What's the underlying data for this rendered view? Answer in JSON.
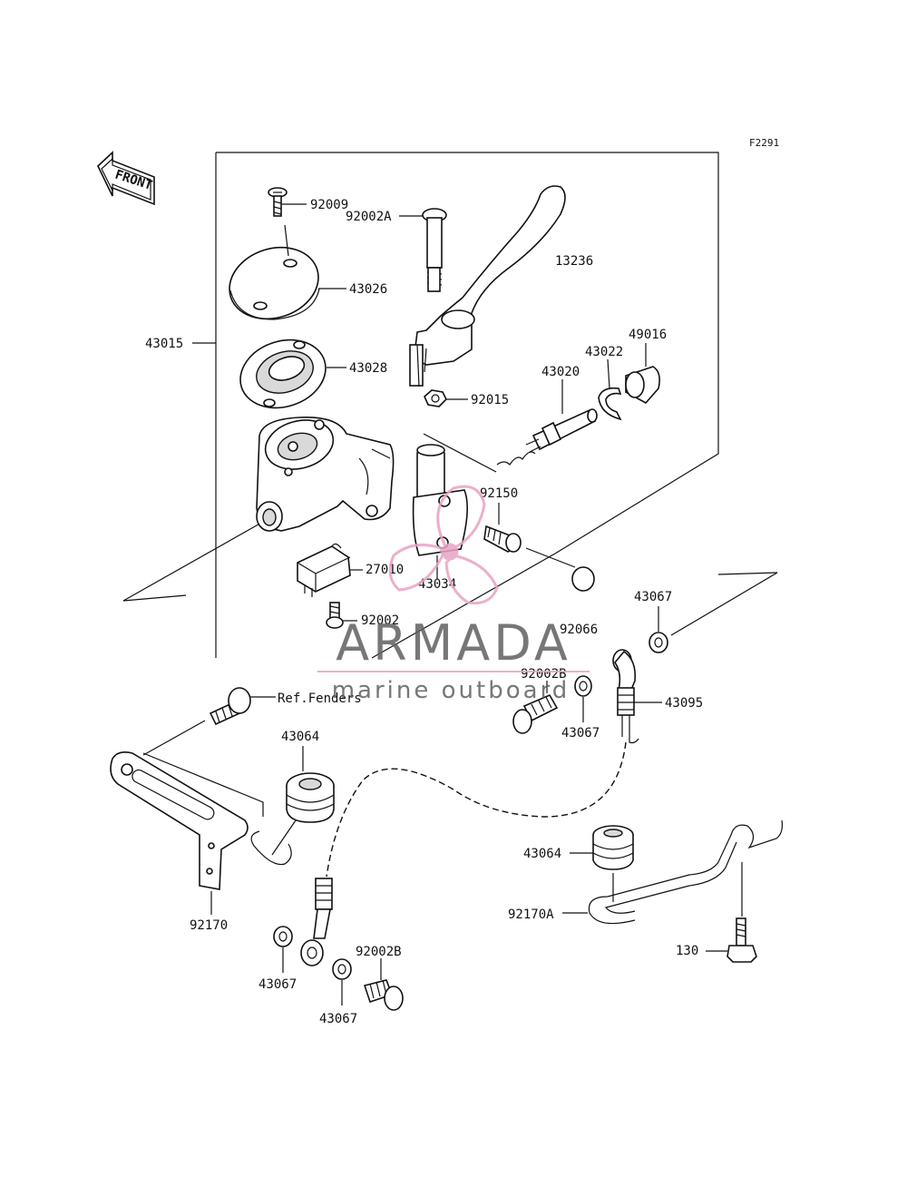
{
  "figure_code": "F2291",
  "front_marker": "FRONT",
  "labels": {
    "p92009": "92009",
    "p43026": "43026",
    "p43028": "43028",
    "p43015": "43015",
    "p92002A": "92002A",
    "p13236": "13236",
    "p49016": "49016",
    "p43022": "43022",
    "p43020": "43020",
    "p92015": "92015",
    "p92150": "92150",
    "p27010": "27010",
    "p43034": "43034",
    "p92002": "92002",
    "p92066": "92066",
    "p43067_a": "43067",
    "p92002B_a": "92002B",
    "p43095": "43095",
    "p43067_b": "43067",
    "ref_fenders": "Ref.Fenders",
    "p43064_a": "43064",
    "p92170": "92170",
    "p43064_b": "43064",
    "p92170A": "92170A",
    "p130": "130",
    "p43067_c": "43067",
    "p92002B_b": "92002B",
    "p43067_d": "43067"
  },
  "watermark": {
    "brand": "ARMADA",
    "tagline": "marine outboard"
  },
  "colors": {
    "line": "#111111",
    "watermark_pink": "#e8a3c4",
    "watermark_text": "#606060"
  }
}
